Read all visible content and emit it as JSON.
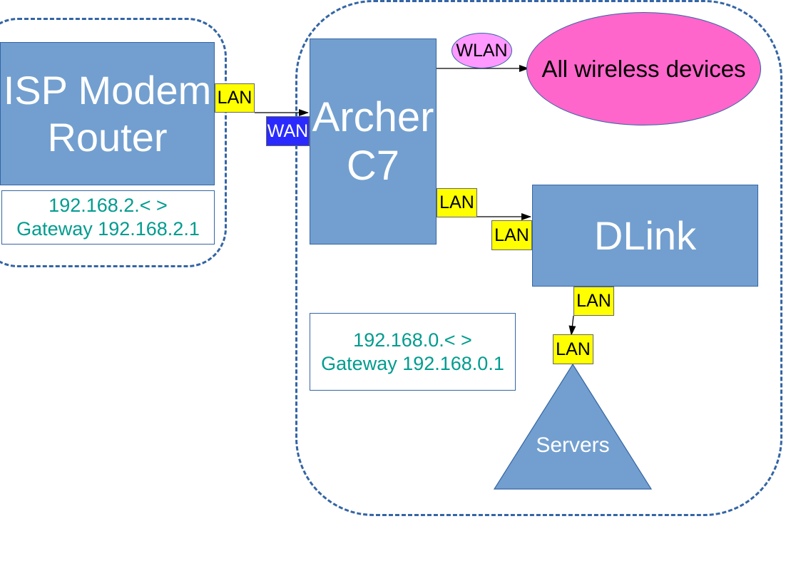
{
  "nodes": {
    "isp_router": {
      "line1": "ISP Modem",
      "line2": "Router"
    },
    "archer": {
      "line1": "Archer",
      "line2": "C7"
    },
    "dlink": {
      "label": "DLink"
    },
    "wireless": {
      "label": "All wireless devices"
    },
    "servers": {
      "label": "Servers"
    }
  },
  "notes": {
    "isp_subnet": {
      "line1": "192.168.2.< >",
      "line2": "Gateway 192.168.2.1"
    },
    "home_subnet": {
      "line1": "192.168.0.< >",
      "line2": "Gateway 192.168.0.1"
    }
  },
  "ports": {
    "isp_lan": "LAN",
    "archer_wan": "WAN",
    "archer_wlan": "WLAN",
    "archer_lan": "LAN",
    "dlink_lan_in": "LAN",
    "dlink_lan_out": "LAN",
    "servers_lan": "LAN"
  },
  "colors": {
    "device_fill": "#729fcf",
    "group_border": "#3465a4",
    "lan_port": "#ffff00",
    "wan_port": "#2a2aff",
    "wlan_port": "#ff99ff",
    "wireless_cloud": "#ff66cc",
    "note_text": "#009c8f"
  }
}
